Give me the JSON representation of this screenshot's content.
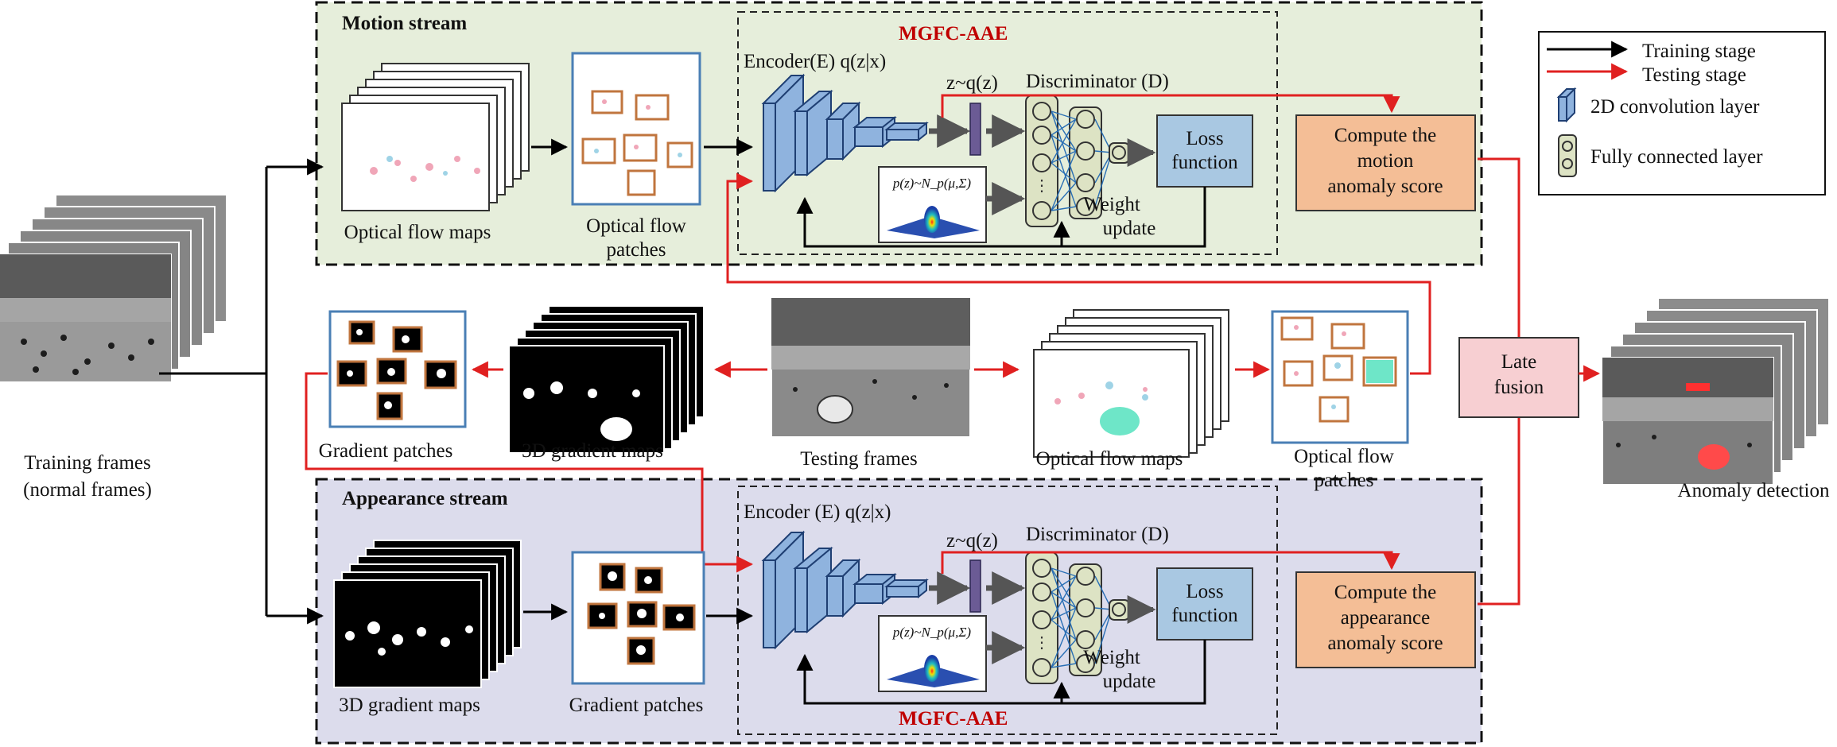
{
  "motion_stream": {
    "title": "Motion stream",
    "optical_flow_maps": "Optical flow maps",
    "optical_flow_patches": [
      "Optical flow",
      "patches"
    ],
    "mgfc_aae": "MGFC-AAE",
    "encoder": "Encoder(E) q(z|x)",
    "latent": "z~q(z)",
    "discriminator": "Discriminator (D)",
    "prior": "p(z)~N_p(μ,Σ)",
    "loss": [
      "Loss",
      "function"
    ],
    "weight_update": [
      "Weight",
      "update"
    ],
    "score": [
      "Compute the",
      "motion",
      "anomaly score"
    ]
  },
  "appearance_stream": {
    "title": "Appearance stream",
    "gradient_maps": "3D gradient maps",
    "gradient_patches": "Gradient patches",
    "mgfc_aae": "MGFC-AAE",
    "encoder": "Encoder (E) q(z|x)",
    "latent": "z~q(z)",
    "discriminator": "Discriminator (D)",
    "prior": "p(z)~N_p(μ,Σ)",
    "loss": [
      "Loss",
      "function"
    ],
    "weight_update": [
      "Weight",
      "update"
    ],
    "score": [
      "Compute the",
      "appearance",
      "anomaly score"
    ]
  },
  "testing_row": {
    "gradient_patches": "Gradient patches",
    "gradient_maps": "3D gradient maps",
    "testing_frames": "Testing frames",
    "optical_flow_maps": "Optical flow maps",
    "optical_flow_patches": [
      "Optical flow",
      "patches"
    ]
  },
  "training_frames": [
    "Training frames",
    "(normal frames)"
  ],
  "late_fusion": [
    "Late",
    "fusion"
  ],
  "anomaly_detection": "Anomaly detection",
  "legend": {
    "training": "Training stage",
    "testing": "Testing stage",
    "conv": "2D convolution layer",
    "fc": "Fully connected layer"
  },
  "colors": {
    "motion_bg": "#e6eedb",
    "appearance_bg": "#dcdcec",
    "score_box": "#f4be96",
    "loss_box": "#a9c8e2",
    "fusion_box": "#f7cfd2",
    "encoder_blue": "#8fb3de",
    "fc_fill": "#dde3c4",
    "latent_bar": "#6b5b95",
    "test_arrow": "#e02020",
    "patch_border": "#c0753e",
    "panel_border": "#4a7fb5"
  }
}
